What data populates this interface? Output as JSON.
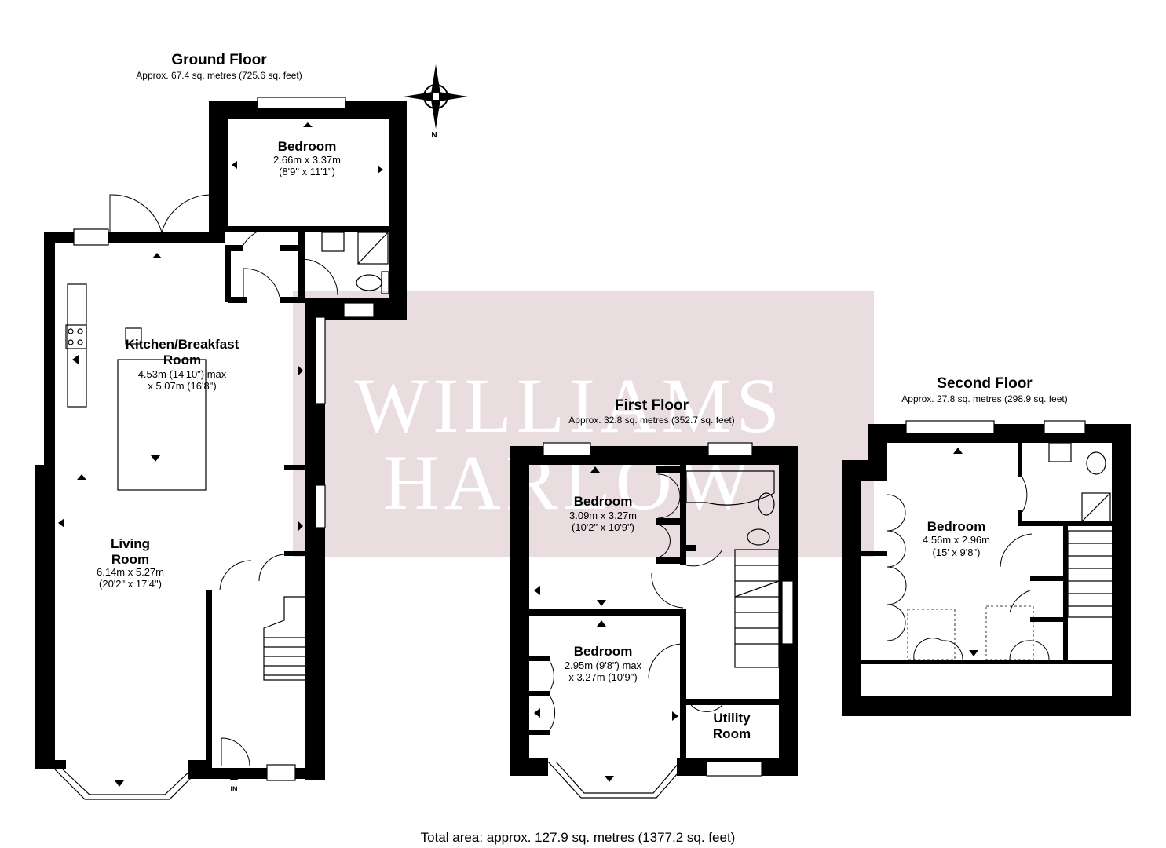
{
  "floors": {
    "ground": {
      "title": "Ground Floor",
      "area": "Approx. 67.4 sq. metres (725.6 sq. feet)"
    },
    "first": {
      "title": "First Floor",
      "area": "Approx. 32.8 sq. metres (352.7 sq. feet)"
    },
    "second": {
      "title": "Second Floor",
      "area": "Approx. 27.8 sq. metres (298.9 sq. feet)"
    }
  },
  "rooms": {
    "gf_bedroom": {
      "name": "Bedroom",
      "dim1": "2.66m x 3.37m",
      "dim2": "(8'9\" x 11'1\")"
    },
    "kitchen": {
      "name1": "Kitchen/Breakfast",
      "name2": "Room",
      "dim1": "4.53m (14'10\") max",
      "dim2": "x 5.07m (16'8\")"
    },
    "living": {
      "name": "Living",
      "name2": "Room",
      "dim1": "6.14m x 5.27m",
      "dim2": "(20'2\" x 17'4\")"
    },
    "ff_bedroom1": {
      "name": "Bedroom",
      "dim1": "3.09m x 3.27m",
      "dim2": "(10'2\" x 10'9\")"
    },
    "ff_bedroom2": {
      "name": "Bedroom",
      "dim1": "2.95m (9'8\") max",
      "dim2": "x 3.27m (10'9\")"
    },
    "utility": {
      "name1": "Utility",
      "name2": "Room"
    },
    "sf_bedroom": {
      "name": "Bedroom",
      "dim1": "4.56m x 2.96m",
      "dim2": "(15' x 9'8\")"
    }
  },
  "compass": {
    "label": "N"
  },
  "entrance": {
    "label": "IN"
  },
  "watermark": {
    "line1": "WILLIAMS",
    "line2": "HARLOW",
    "color": "#e9dde0"
  },
  "total_area": "Total area: approx. 127.9 sq. metres (1377.2 sq. feet)"
}
